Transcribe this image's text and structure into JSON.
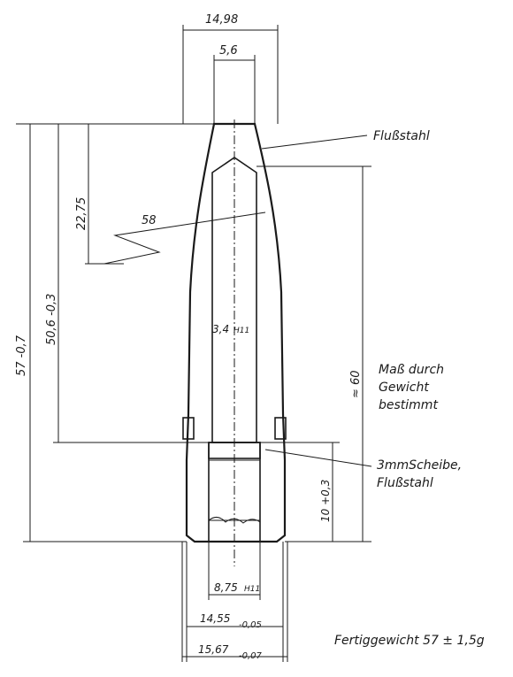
{
  "drawing": {
    "dim_top_diameter": "14,98",
    "dim_tip_diameter": "5,6",
    "dim_core_diameter": "3,4",
    "dim_core_fit": "H11",
    "dim_ogive_length": "22,75",
    "dim_ogive_radius": "58",
    "dim_body_length": "50,6 -0,3",
    "dim_total_length": "57 -0,7",
    "dim_core_length": "≈ 60",
    "dim_base_depth": "10 +0,3",
    "dim_bottom_bore": "8,75",
    "dim_bottom_fit": "H11",
    "dim_band_diameter": "14,55",
    "dim_band_tol": "-0,05",
    "dim_band_outer": "15,67",
    "dim_band_outer_tol": "-0,07",
    "label_material_top": "Flußstahl",
    "label_weight_note": [
      "Maß durch",
      "Gewicht",
      "bestimmt"
    ],
    "label_disc": [
      "3mmScheibe,",
      "Flußstahl"
    ],
    "label_finished_weight": "Fertiggewicht 57 ± 1,5g"
  }
}
